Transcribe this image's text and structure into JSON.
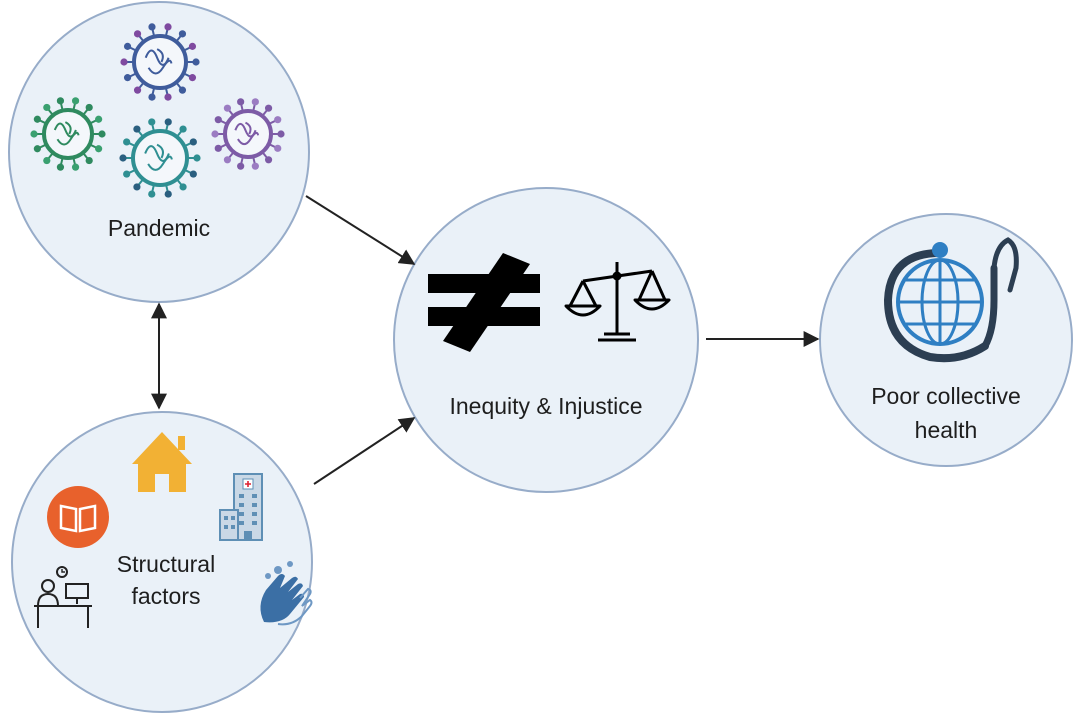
{
  "diagram": {
    "nodes": {
      "pandemic": {
        "label": "Pandemic",
        "icons": [
          "virus-icon",
          "virus-icon",
          "virus-icon",
          "virus-icon"
        ]
      },
      "structural": {
        "label_lines": [
          "Structural",
          "factors"
        ],
        "icons": [
          "house-icon",
          "book-icon",
          "hospital-icon",
          "office-worker-icon",
          "handwashing-icon"
        ]
      },
      "inequity": {
        "label": "Inequity & Injustice",
        "icons": [
          "not-equal-icon",
          "scales-icon"
        ]
      },
      "health": {
        "label_lines": [
          "Poor collective",
          "health"
        ],
        "icons": [
          "globe-stethoscope-icon"
        ]
      }
    },
    "edges": [
      {
        "from": "pandemic",
        "to": "inequity",
        "type": "directed"
      },
      {
        "from": "structural",
        "to": "inequity",
        "type": "directed"
      },
      {
        "from": "pandemic",
        "to": "structural",
        "type": "bidirectional"
      },
      {
        "from": "inequity",
        "to": "health",
        "type": "directed"
      }
    ],
    "colors": {
      "circle_fill": "#eaf1f8",
      "circle_stroke": "#97acc9",
      "arrow": "#222222",
      "virus_blue": "#3f5c9c",
      "virus_green": "#2f8a5f",
      "virus_teal": "#2f8f92",
      "virus_purple": "#7d5ba6",
      "house": "#f2b134",
      "book": "#e8612c",
      "hospital": "#5e8fb5",
      "hands": "#3b6fa5",
      "globe": "#2f7fc3"
    }
  }
}
